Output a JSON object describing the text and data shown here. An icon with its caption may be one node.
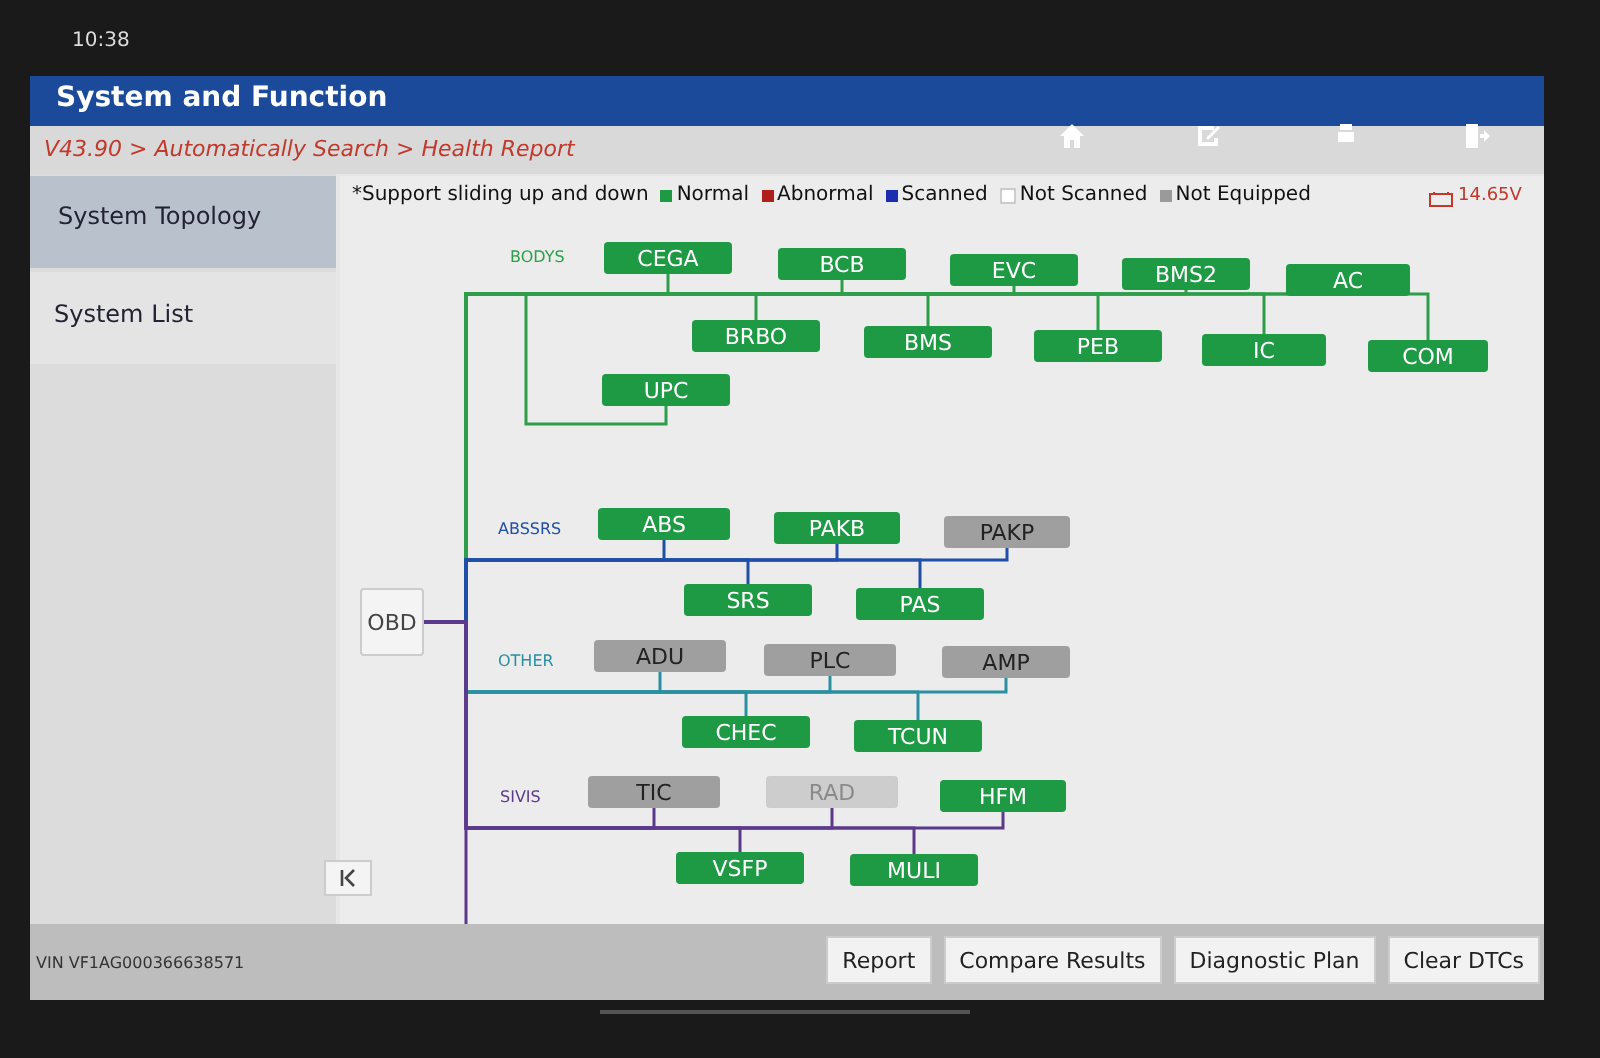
{
  "diagram": {
    "title": "System and Function",
    "nodes": [
      {
        "text": [
          "OBD"
        ]
      },
      {
        "text": [
          "CEGA"
        ]
      },
      {
        "text": [
          "BCB"
        ]
      },
      {
        "text": [
          "EVC"
        ]
      },
      {
        "text": [
          "BMS2"
        ]
      },
      {
        "text": [
          "AC"
        ]
      },
      {
        "text": [
          "BRBO"
        ]
      },
      {
        "text": [
          "BMS"
        ]
      },
      {
        "text": [
          "PEB"
        ]
      },
      {
        "text": [
          "IC"
        ]
      },
      {
        "text": [
          "COM"
        ]
      },
      {
        "text": [
          "UPC"
        ]
      },
      {
        "text": [
          "ABS"
        ]
      },
      {
        "text": [
          "PAKB"
        ]
      },
      {
        "text": [
          "PAKP"
        ]
      },
      {
        "text": [
          "SRS"
        ]
      },
      {
        "text": [
          "PAS"
        ]
      },
      {
        "text": [
          "ADU"
        ]
      },
      {
        "text": [
          "PLC"
        ]
      },
      {
        "text": [
          "AMP"
        ]
      },
      {
        "text": [
          "CHEC"
        ]
      },
      {
        "text": [
          "TCUN"
        ]
      },
      {
        "text": [
          "TIC"
        ]
      },
      {
        "text": [
          "RAD"
        ]
      },
      {
        "text": [
          "HFM"
        ]
      },
      {
        "text": [
          "VSFP"
        ]
      },
      {
        "text": [
          "MULI"
        ]
      }
    ],
    "edges": [
      {
        "from": 0,
        "to": 1,
        "arrow": "none"
      },
      {
        "from": 0,
        "to": 2,
        "arrow": "none"
      },
      {
        "from": 0,
        "to": 3,
        "arrow": "none"
      },
      {
        "from": 0,
        "to": 4,
        "arrow": "none"
      },
      {
        "from": 0,
        "to": 5,
        "arrow": "none"
      },
      {
        "from": 0,
        "to": 6,
        "arrow": "none"
      },
      {
        "from": 0,
        "to": 7,
        "arrow": "none"
      },
      {
        "from": 0,
        "to": 8,
        "arrow": "none"
      },
      {
        "from": 0,
        "to": 9,
        "arrow": "none"
      },
      {
        "from": 0,
        "to": 10,
        "arrow": "none"
      },
      {
        "from": 0,
        "to": 11,
        "arrow": "none"
      },
      {
        "from": 0,
        "to": 12,
        "arrow": "none",
        "color": "#1f4fa8"
      },
      {
        "from": 0,
        "to": 13,
        "arrow": "none",
        "color": "#1f4fa8"
      },
      {
        "from": 0,
        "to": 14,
        "arrow": "none",
        "color": "#1f4fa8"
      },
      {
        "from": 0,
        "to": 15,
        "arrow": "none",
        "color": "#1f4fa8"
      },
      {
        "from": 0,
        "to": 16,
        "arrow": "none",
        "color": "#1f4fa8"
      },
      {
        "from": 0,
        "to": 17,
        "arrow": "none",
        "color": "#2a8fa0"
      },
      {
        "from": 0,
        "to": 18,
        "arrow": "none",
        "color": "#2a8fa0"
      },
      {
        "from": 0,
        "to": 19,
        "arrow": "none",
        "color": "#2a8fa0"
      },
      {
        "from": 0,
        "to": 20,
        "arrow": "none",
        "color": "#2a8fa0"
      },
      {
        "from": 0,
        "to": 21,
        "arrow": "none",
        "color": "#2a8fa0"
      },
      {
        "from": 0,
        "to": 22,
        "arrow": "none",
        "color": "#5b3a8c"
      },
      {
        "from": 0,
        "to": 23,
        "arrow": "none",
        "color": "#5b3a8c"
      },
      {
        "from": 0,
        "to": 24,
        "arrow": "none",
        "color": "#5b3a8c"
      },
      {
        "from": 0,
        "to": 25,
        "arrow": "none",
        "color": "#5b3a8c"
      },
      {
        "from": 0,
        "to": 26,
        "arrow": "none",
        "color": "#5b3a8c"
      }
    ],
    "labels": [
      "10:38",
      "V43.90 > Automatically Search > Health Report",
      "System Topology",
      "System List",
      "*Support sliding up and down",
      "14.65V",
      "BODYS",
      "ABSSRS",
      "OTHER",
      "SIVIS",
      "VIN VF1AG000366638571",
      "Report",
      "Compare Results",
      "Diagnostic Plan",
      "Clear DTCs"
    ],
    "legend": [
      {
        "text": "Normal",
        "color": "#1e9a45"
      },
      {
        "text": "Abnormal",
        "color": "#b01e1e"
      },
      {
        "text": "Scanned",
        "color": "#1a2fb0"
      },
      {
        "text": "Not Scanned",
        "color": "#ffffff"
      },
      {
        "text": "Not Equipped",
        "color": "#9a9a9a"
      }
    ]
  }
}
